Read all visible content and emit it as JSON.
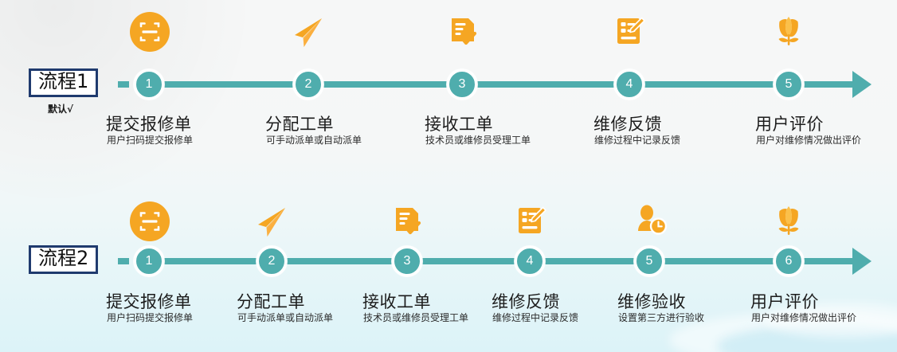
{
  "theme": {
    "accent_teal": "#4FADAD",
    "accent_orange": "#F5A623",
    "badge_border": "#1F3A6E",
    "bg_top": "#F6F7F7",
    "bg_bottom": "#DCF3F8"
  },
  "flows": [
    {
      "badge_label": "流程1",
      "badge_sub": "默认√",
      "steps": [
        {
          "number": "1",
          "title": "提交报修单",
          "desc": "用户扫码提交报修单",
          "icon": "scan-code-icon"
        },
        {
          "number": "2",
          "title": "分配工单",
          "desc": "可手动派单或自动派单",
          "icon": "paper-plane-icon"
        },
        {
          "number": "3",
          "title": "接收工单",
          "desc": "技术员或维修员受理工单",
          "icon": "document-check-icon"
        },
        {
          "number": "4",
          "title": "维修反馈",
          "desc": "维修过程中记录反馈",
          "icon": "document-edit-icon"
        },
        {
          "number": "5",
          "title": "用户评价",
          "desc": "用户对维修情况做出评价",
          "icon": "tulip-flower-icon"
        }
      ]
    },
    {
      "badge_label": "流程2",
      "badge_sub": "",
      "steps": [
        {
          "number": "1",
          "title": "提交报修单",
          "desc": "用户扫码提交报修单",
          "icon": "scan-code-icon"
        },
        {
          "number": "2",
          "title": "分配工单",
          "desc": "可手动派单或自动派单",
          "icon": "paper-plane-icon"
        },
        {
          "number": "3",
          "title": "接收工单",
          "desc": "技术员或维修员受理工单",
          "icon": "document-check-icon"
        },
        {
          "number": "4",
          "title": "维修反馈",
          "desc": "维修过程中记录反馈",
          "icon": "document-edit-icon"
        },
        {
          "number": "5",
          "title": "维修验收",
          "desc": "设置第三方进行验收",
          "icon": "person-clock-icon"
        },
        {
          "number": "6",
          "title": "用户评价",
          "desc": "用户对维修情况做出评价",
          "icon": "tulip-flower-icon"
        }
      ]
    }
  ]
}
